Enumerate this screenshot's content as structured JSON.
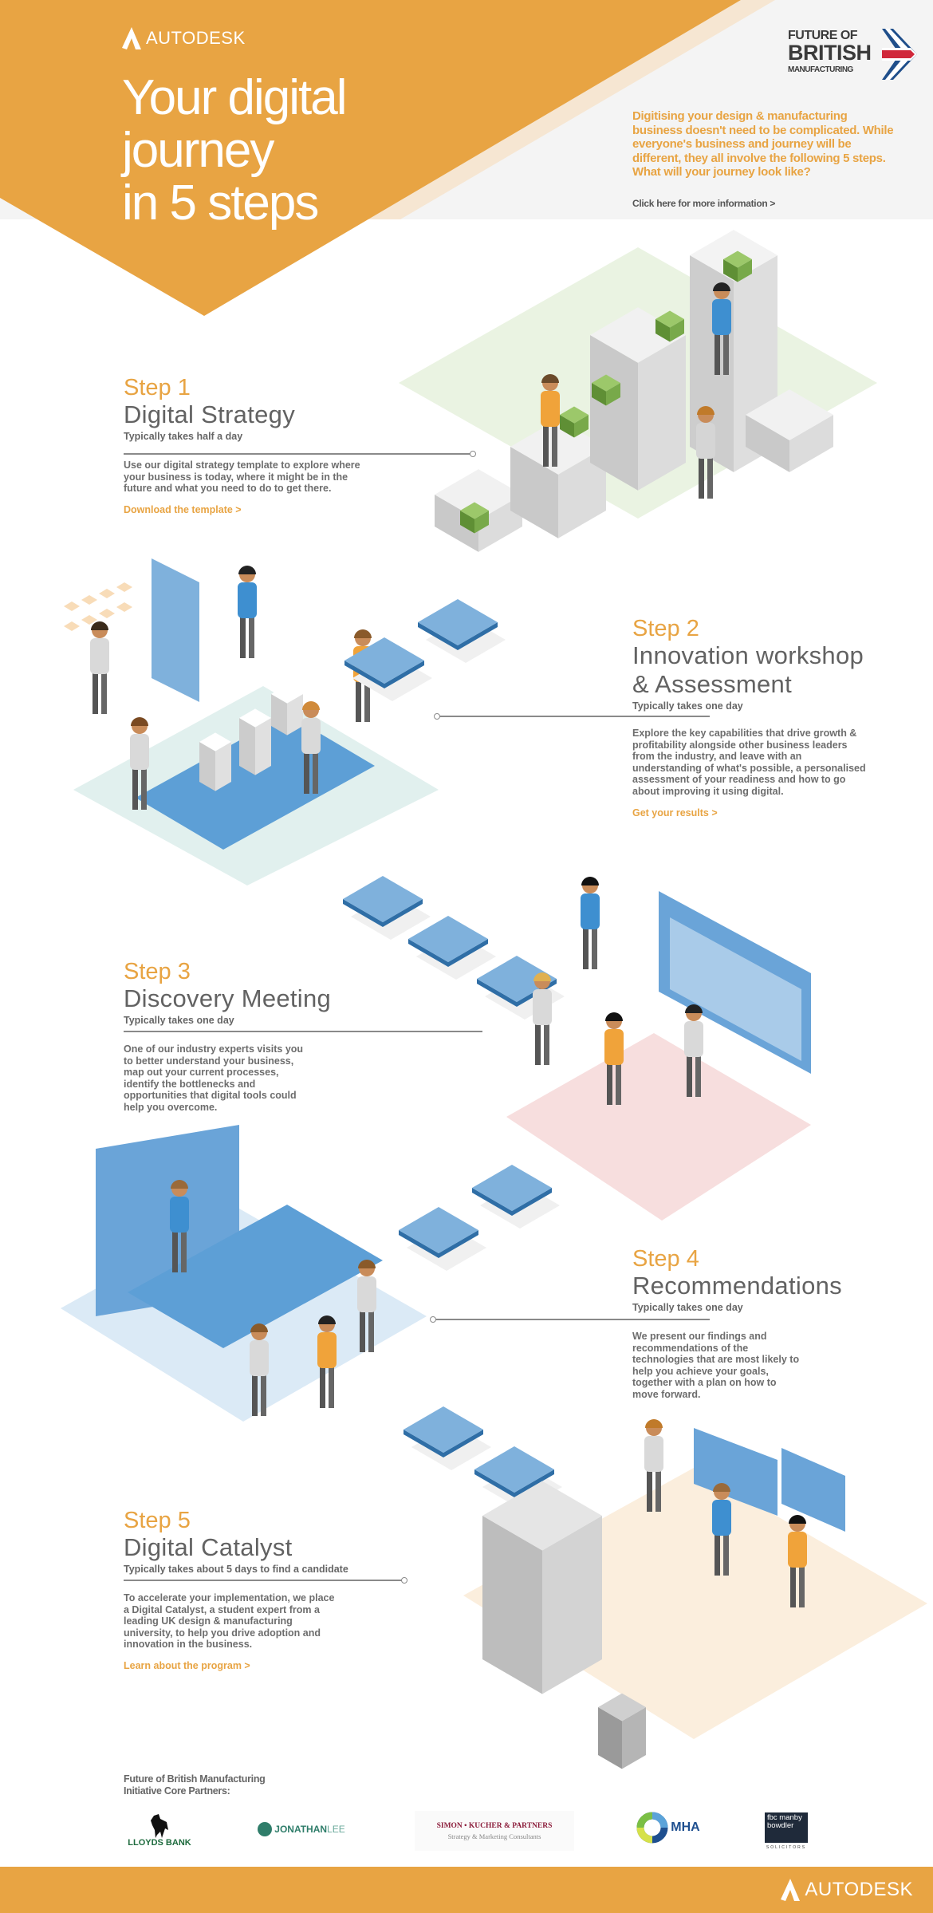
{
  "header": {
    "brand": "AUTODESK",
    "title_lines": [
      "Your digital",
      "journey",
      "in 5 steps"
    ],
    "intro": "Digitising your design & manufacturing business doesn't need to be complicated. While everyone's business and journey will be different, they all involve the following 5 steps. What will your journey look like?",
    "more_link": "Click here for more information >",
    "fbm_logo": {
      "line1": "FUTURE OF",
      "line2": "BRITISH",
      "line3": "MANUFACTURING"
    }
  },
  "steps": [
    {
      "num": "Step 1",
      "title": "Digital Strategy",
      "duration": "Typically takes half a day",
      "body": "Use our digital strategy template to explore where your business is today, where it might be in the future and what you need to do to get there.",
      "link": "Download the template >"
    },
    {
      "num": "Step 2",
      "title": "Innovation workshop & Assessment",
      "duration": "Typically takes one day",
      "body": "Explore the key capabilities that drive growth & profitability alongside other business leaders from the industry, and leave with an understanding of what's possible, a personalised assessment of your readiness and how to go about improving it using digital.",
      "link": "Get your results >"
    },
    {
      "num": "Step 3",
      "title": "Discovery Meeting",
      "duration": "Typically takes one day",
      "body": "One of our industry experts visits you to better understand your business, map out your current processes, identify the bottlenecks and opportunities that digital tools could help you overcome."
    },
    {
      "num": "Step 4",
      "title": "Recommendations",
      "duration": "Typically takes one day",
      "body": "We present our findings and recommendations of the technologies that are most likely to help you achieve your goals, together with a plan on how to move forward."
    },
    {
      "num": "Step 5",
      "title": "Digital Catalyst",
      "duration": "Typically takes about 5 days to find a candidate",
      "body": "To accelerate your implementation, we place a Digital Catalyst, a student expert from a leading UK design & manufacturing university, to help you drive adoption and innovation in the business.",
      "link": "Learn about the program >"
    }
  ],
  "partners": {
    "label": "Future of British Manufacturing Initiative Core Partners:",
    "logos": {
      "lloyds": "LLOYDS BANK",
      "jonathan": "JONATHAN",
      "jonathan2": "LEE",
      "simon": "SIMON • KUCHER & PARTNERS",
      "simon_sub": "Strategy & Marketing Consultants",
      "mha": "MHA",
      "fbc": "fbc manby bowdler",
      "fbc_sub": "SOLICITORS"
    }
  },
  "footer": {
    "brand": "AUTODESK"
  },
  "colors": {
    "accent": "#e8a443",
    "text": "#666666",
    "tile": "#5b9bd5"
  }
}
